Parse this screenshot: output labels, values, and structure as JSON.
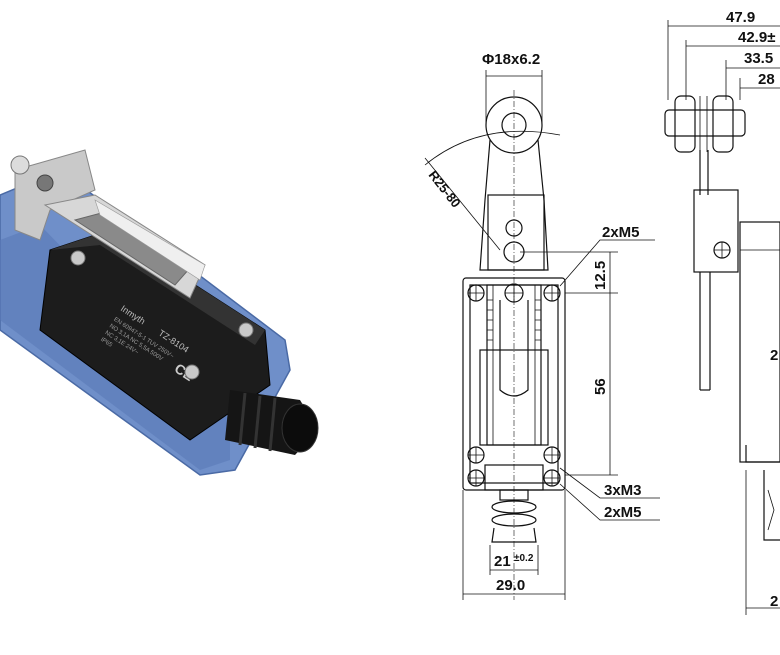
{
  "product_photo": {
    "brand_text": "Inmyth",
    "model_text": "TZ-8104",
    "rating_lines": [
      "EN 60947-5-1 TUV 250V~",
      "NO 3,1A NC 5,5A 500V",
      "NC 3,1E 24V~",
      "IP65"
    ],
    "colors": {
      "housing": "#6f8fc9",
      "cover": "#1c1c1c",
      "bracket": "#c9c9c9"
    }
  },
  "front_view": {
    "dim_diameter": "Φ18x6.2",
    "dim_radius": "R25-80",
    "dim_mount_top": "2xM5",
    "dim_gap": "12.5",
    "dim_height": "56",
    "dim_screws": "3xM3",
    "dim_mount_bottom": "2xM5",
    "dim_inner_width": "21",
    "dim_inner_tol": "±0.2",
    "dim_outer_width": "29.0"
  },
  "side_view": {
    "dim_1": "47.9",
    "dim_2": "42.9±",
    "dim_3": "33.5",
    "dim_4": "28",
    "dim_side": "2",
    "dim_bottom": "2"
  }
}
